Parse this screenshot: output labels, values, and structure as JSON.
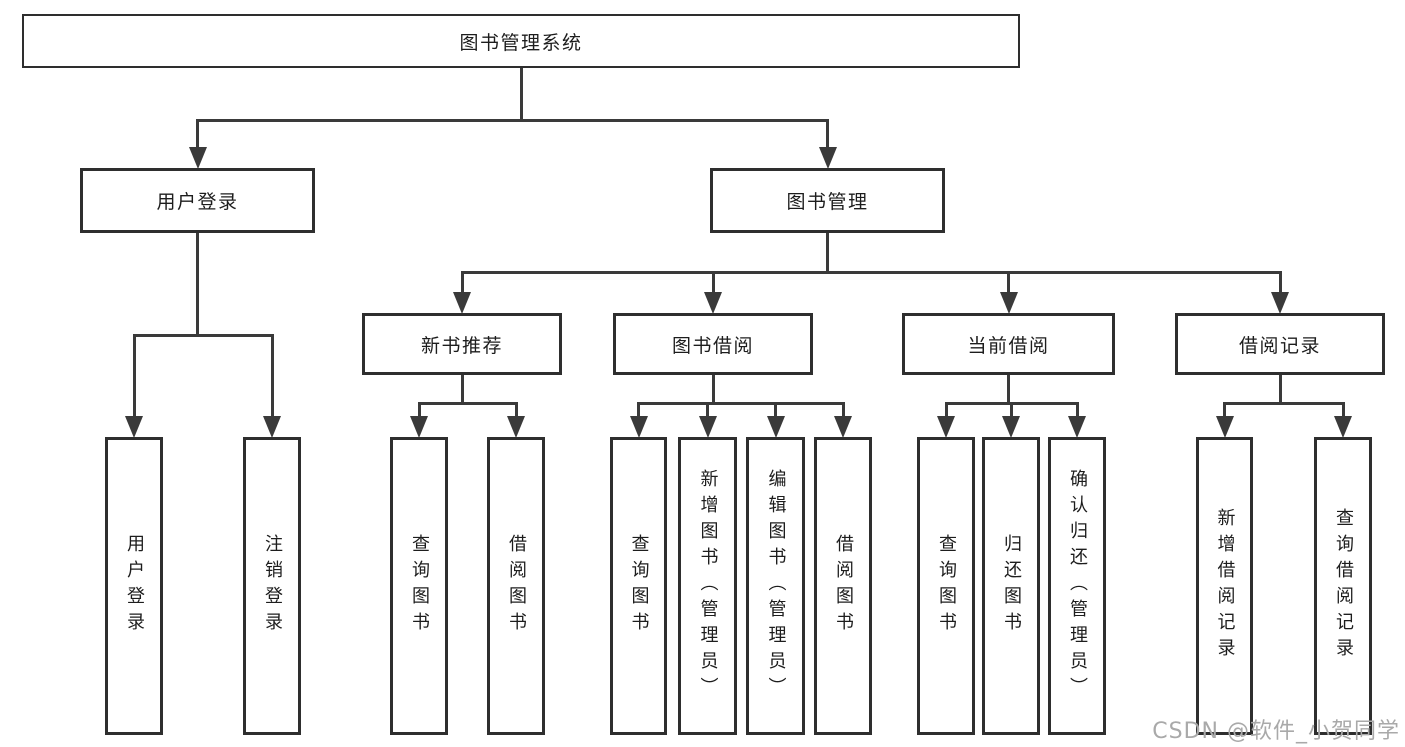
{
  "watermark": "CSDN @软件_小贺同学",
  "colors": {
    "line": "#3a3a3a",
    "box_border": "#2e2e2e",
    "box_fill": "#ffffff",
    "text": "#1d1d1d",
    "watermark": "#a9a9a9"
  },
  "tree": {
    "label": "图书管理系统",
    "children": [
      {
        "label": "用户登录",
        "children": [
          {
            "label": "用户登录"
          },
          {
            "label": "注销登录"
          }
        ]
      },
      {
        "label": "图书管理",
        "children": [
          {
            "label": "新书推荐",
            "children": [
              {
                "label": "查询图书"
              },
              {
                "label": "借阅图书"
              }
            ]
          },
          {
            "label": "图书借阅",
            "children": [
              {
                "label": "查询图书"
              },
              {
                "label": "新增图书（管理员）"
              },
              {
                "label": "编辑图书（管理员）"
              },
              {
                "label": "借阅图书"
              }
            ]
          },
          {
            "label": "当前借阅",
            "children": [
              {
                "label": "查询图书"
              },
              {
                "label": "归还图书"
              },
              {
                "label": "确认归还（管理员）"
              }
            ]
          },
          {
            "label": "借阅记录",
            "children": [
              {
                "label": "新增借阅记录"
              },
              {
                "label": "查询借阅记录"
              }
            ]
          }
        ]
      }
    ]
  }
}
